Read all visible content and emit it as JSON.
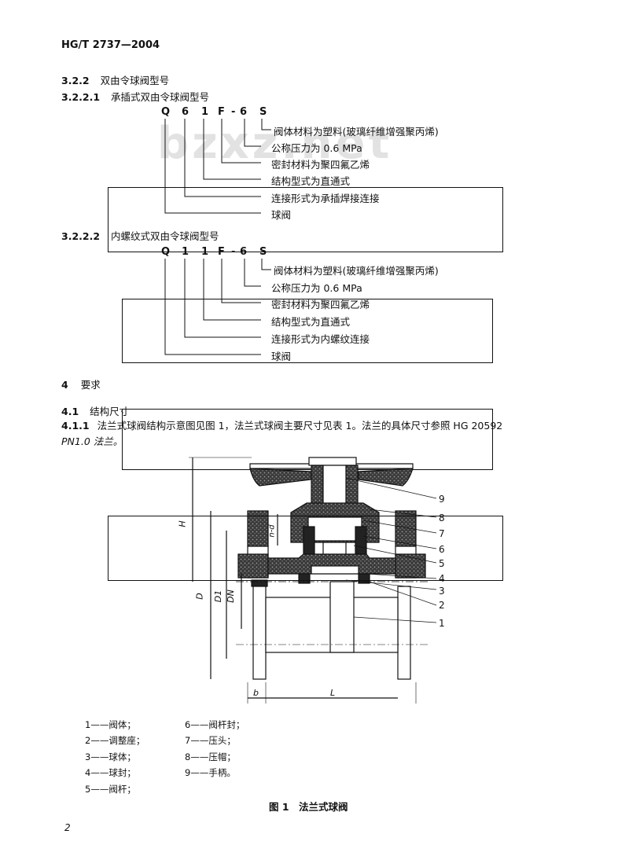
{
  "header": {
    "standard": "HG/T 2737—2004"
  },
  "watermark": "bzxz.net",
  "sections": {
    "s3_2_2": {
      "num": "3.2.2",
      "title": "双由令球阀型号"
    },
    "s3_2_2_1": {
      "num": "3.2.2.1",
      "title": "承插式双由令球阀型号"
    },
    "s3_2_2_2": {
      "num": "3.2.2.2",
      "title": "内螺纹式双由令球阀型号"
    },
    "s4": {
      "num": "4",
      "title": "要求"
    },
    "s4_1": {
      "num": "4.1",
      "title": "结构尺寸"
    },
    "s4_1_1": {
      "num": "4.1.1",
      "text1": "法兰式球阀结构示意图见图 1，法兰式球阀主要尺寸见表 1。法兰的具体尺寸参照 HG 20592",
      "text2": "PN1.0 法兰。"
    }
  },
  "designation1": {
    "letters": [
      "Q",
      "6",
      "1",
      "F",
      "-",
      "6",
      "S"
    ],
    "labels": [
      "阀体材料为塑料(玻璃纤维增强聚丙烯)",
      "公称压力为 0.6 MPa",
      "密封材料为聚四氟乙烯",
      "结构型式为直通式",
      "连接形式为承插焊接连接",
      "球阀"
    ]
  },
  "designation2": {
    "letters": [
      "Q",
      "1",
      "1",
      "F",
      "-",
      "6",
      "S"
    ],
    "labels": [
      "阀体材料为塑料(玻璃纤维增强聚丙烯)",
      "公称压力为 0.6 MPa",
      "密封材料为聚四氟乙烯",
      "结构型式为直通式",
      "连接形式为内螺纹连接",
      "球阀"
    ]
  },
  "figure": {
    "dims": {
      "H": "H",
      "D1": "D1",
      "D": "D",
      "DN": "DN",
      "nd": "n-d",
      "b": "b",
      "L": "L"
    },
    "callouts": [
      "9",
      "8",
      "7",
      "6",
      "5",
      "4",
      "3",
      "2",
      "1"
    ],
    "legend_left": [
      "1——阀体；",
      "2——调整座；",
      "3——球体；",
      "4——球封；",
      "5——阀杆；"
    ],
    "legend_right": [
      "6——阀杆封；",
      "7——压头；",
      "8——压帽；",
      "9——手柄。"
    ],
    "caption": "图 1　法兰式球阀"
  },
  "page_number": "2"
}
